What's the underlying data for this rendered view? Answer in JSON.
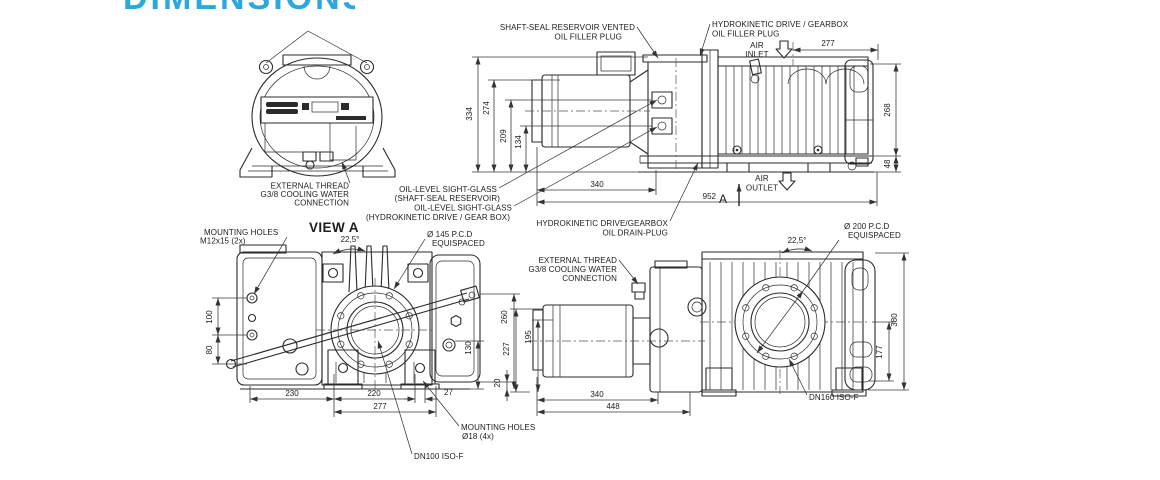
{
  "heading": {
    "partial_text": "DIMENSIONS",
    "color": "#2BA9DC"
  },
  "end_view": {
    "label_external_thread": [
      "EXTERNAL THREAD",
      "G3/8 COOLING WATER",
      "CONNECTION"
    ]
  },
  "top_view": {
    "labels": {
      "shaft_seal_filler": [
        "SHAFT-SEAL RESERVOIR VENTED",
        "OIL FILLER PLUG"
      ],
      "hydro_filler": [
        "HYDROKINETIC DRIVE / GEARBOX",
        "OIL FILLER PLUG"
      ],
      "air_inlet": [
        "AIR",
        "INLET"
      ],
      "air_outlet": [
        "AIR",
        "OUTLET"
      ],
      "sight_glass_reservoir": [
        "OIL-LEVEL SIGHT-GLASS",
        "(SHAFT-SEAL RESERVOIR)"
      ],
      "sight_glass_gearbox": [
        "OIL-LEVEL SIGHT-GLASS",
        "(HYDROKINETIC DRIVE / GEAR BOX)"
      ],
      "drain_plug": [
        "HYDROKINETIC DRIVE/GEARBOX",
        "OIL DRAIN-PLUG"
      ],
      "view_arrow": "A"
    },
    "dims": {
      "d334": "334",
      "d274": "274",
      "d209": "209",
      "d134": "134",
      "d277": "277",
      "d268": "268",
      "d48": "48",
      "d340": "340",
      "d952": "952"
    }
  },
  "view_a": {
    "title": "VIEW A",
    "labels": {
      "mounting_m12": [
        "MOUNTING HOLES",
        "M12x15 (2x)"
      ],
      "angle": "22,5°",
      "pcd145": [
        "Ø 145 P.C.D",
        "EQUISPACED"
      ],
      "mounting_o18": [
        "MOUNTING HOLES",
        "Ø18 (4x)"
      ],
      "dn100": "DN100 ISO-F"
    },
    "dims": {
      "d100": "100",
      "d80": "80",
      "d230": "230",
      "d220": "220",
      "d27": "27",
      "d277": "277",
      "d260": "260",
      "d130": "130",
      "d20": "20"
    }
  },
  "side_view": {
    "labels": {
      "external_thread": [
        "EXTERNAL THREAD",
        "G3/8 COOLING WATER",
        "CONNECTION"
      ],
      "angle": "22,5°",
      "pcd200": [
        "Ø 200 P.C.D",
        "EQUISPACED"
      ],
      "dn160": "DN160 ISO-F"
    },
    "dims": {
      "d227": "227",
      "d195": "195",
      "d340": "340",
      "d448": "448",
      "d380": "380",
      "d177": "177"
    }
  }
}
